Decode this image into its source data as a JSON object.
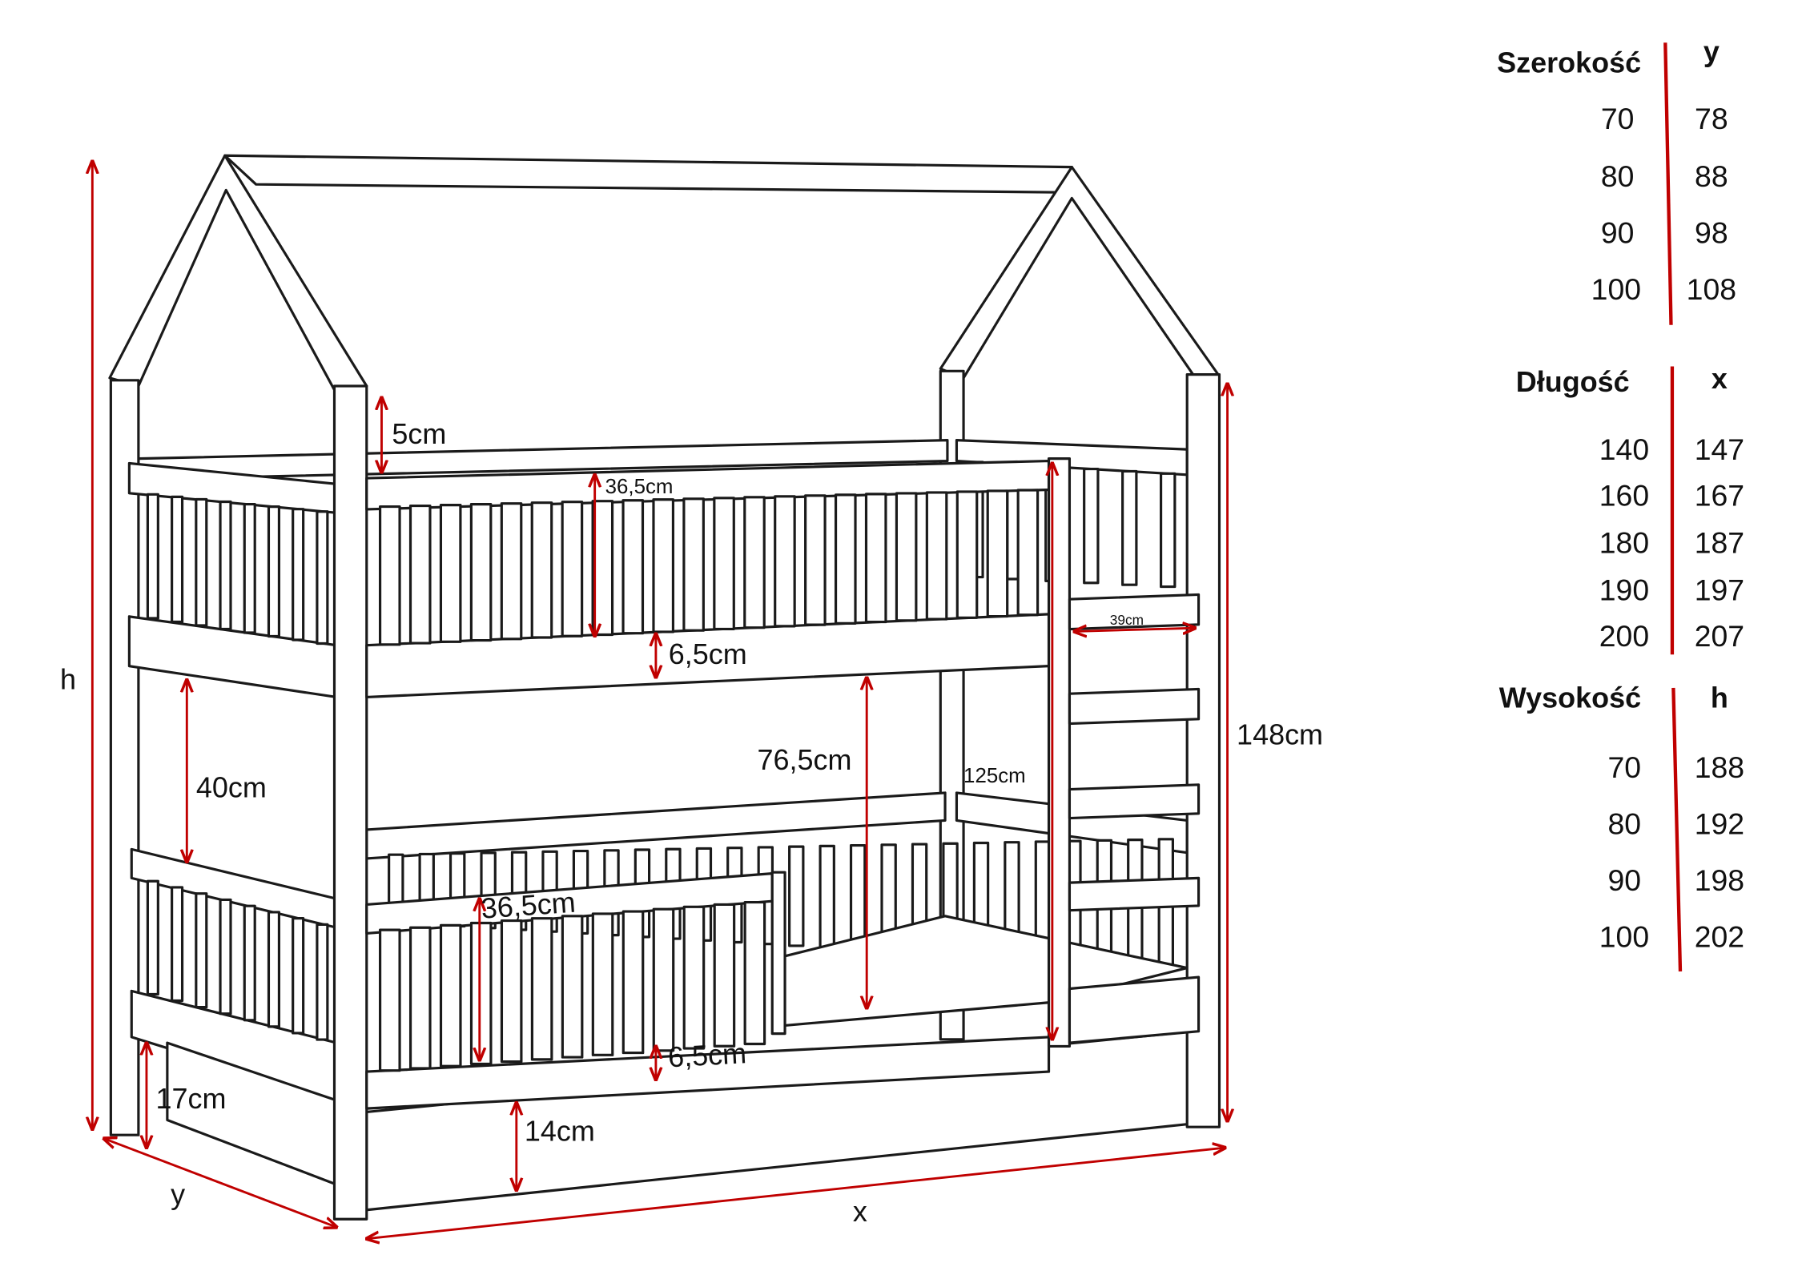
{
  "dimensions": {
    "h": "h",
    "top_gap": "5cm",
    "upper_guard_height": "36,5cm",
    "upper_rail_height": "6,5cm",
    "lower_gap": "40cm",
    "upper_clearance": "76,5cm",
    "ladder_height": "125cm",
    "ladder_width": "39cm",
    "front_height": "148cm",
    "lower_guard_height": "36,5cm",
    "lower_rail_height": "6,5cm",
    "leg_height": "17cm",
    "drawer_height": "14cm",
    "y": "y",
    "x": "x"
  },
  "tables": [
    {
      "header": "Szerokość",
      "symbol": "y",
      "rows": [
        [
          "70",
          "78"
        ],
        [
          "80",
          "88"
        ],
        [
          "90",
          "98"
        ],
        [
          "100",
          "108"
        ]
      ]
    },
    {
      "header": "Długość",
      "symbol": "x",
      "rows": [
        [
          "140",
          "147"
        ],
        [
          "160",
          "167"
        ],
        [
          "180",
          "187"
        ],
        [
          "190",
          "197"
        ],
        [
          "200",
          "207"
        ]
      ]
    },
    {
      "header": "Wysokość",
      "symbol": "h",
      "rows": [
        [
          "70",
          "188"
        ],
        [
          "80",
          "192"
        ],
        [
          "90",
          "198"
        ],
        [
          "100",
          "202"
        ]
      ]
    }
  ],
  "colors": {
    "accent": "#c00000",
    "line": "#1a1a1a"
  }
}
